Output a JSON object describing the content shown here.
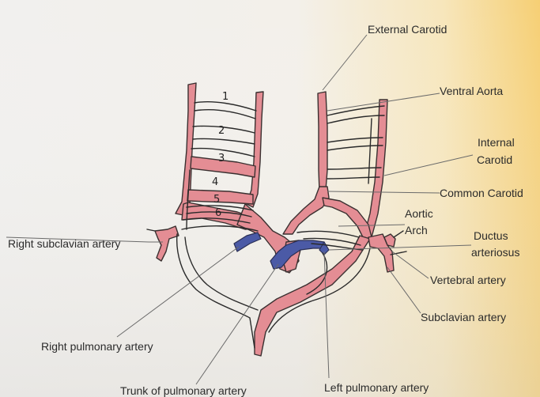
{
  "colors": {
    "artery": "#e48d94",
    "pulmonary": "#4b5aa6",
    "ink": "#2a2a2a",
    "paper": "#f3f1ef",
    "warm_tint": "#f4d47a"
  },
  "labels": {
    "external_carotid": "External Carotid",
    "ventral_aorta": "Ventral Aorta",
    "internal_carotid_line1": "Internal",
    "internal_carotid_line2": "Carotid",
    "common_carotid": "Common Carotid",
    "aortic_arch_line1": "Aortic",
    "aortic_arch_line2": "Arch",
    "ductus_line1": "Ductus",
    "ductus_line2": "arteriosus",
    "vertebral_artery": "Vertebral artery",
    "subclavian_artery": "Subclavian artery",
    "right_subclavian_artery": "Right subclavian artery",
    "right_pulmonary_artery": "Right pulmonary artery",
    "trunk_pulmonary_artery": "Trunk of pulmonary artery",
    "left_pulmonary_artery": "Left pulmonary artery"
  },
  "arch_numbers": [
    "1",
    "2",
    "3",
    "4",
    "5",
    "6"
  ]
}
